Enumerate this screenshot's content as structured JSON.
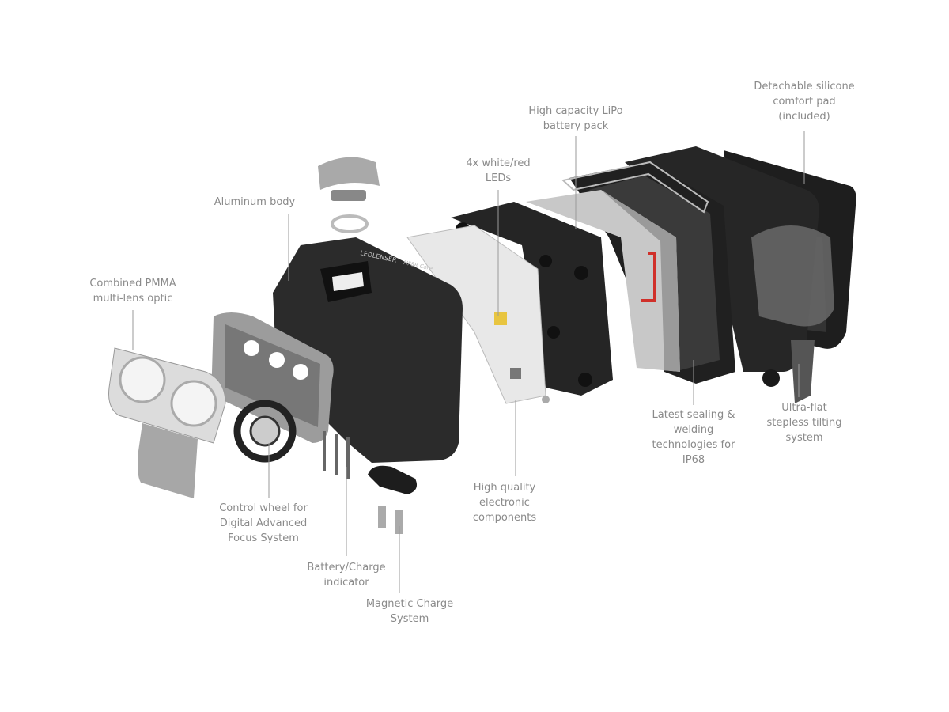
{
  "brand": {
    "logo_text": "LEDLENSER",
    "model_text": "HF8R Core"
  },
  "colors": {
    "label": "#8a8a8a",
    "leader": "#9a9a9a",
    "body": "#2b2b2b",
    "accent_red": "#d0302a"
  },
  "callouts": [
    {
      "id": "optic",
      "lines": [
        "Combined PMMA",
        "multi-lens optic"
      ]
    },
    {
      "id": "body",
      "lines": [
        "Aluminum body"
      ]
    },
    {
      "id": "leds",
      "lines": [
        "4x white/red",
        "LEDs"
      ]
    },
    {
      "id": "battery",
      "lines": [
        "High capacity LiPo",
        "battery pack"
      ]
    },
    {
      "id": "pad",
      "lines": [
        "Detachable silicone",
        "comfort pad",
        "(included)"
      ]
    },
    {
      "id": "wheel",
      "lines": [
        "Control wheel for",
        "Digital Advanced",
        "Focus System"
      ]
    },
    {
      "id": "indicator",
      "lines": [
        "Battery/Charge",
        "indicator"
      ]
    },
    {
      "id": "charge",
      "lines": [
        "Magnetic Charge",
        "System"
      ]
    },
    {
      "id": "electronics",
      "lines": [
        "High quality",
        "electronic",
        "components"
      ]
    },
    {
      "id": "sealing",
      "lines": [
        "Latest sealing &",
        "welding",
        "technologies for",
        "IP68"
      ]
    },
    {
      "id": "tilt",
      "lines": [
        "Ultra-flat",
        "stepless tilting",
        "system"
      ]
    }
  ]
}
